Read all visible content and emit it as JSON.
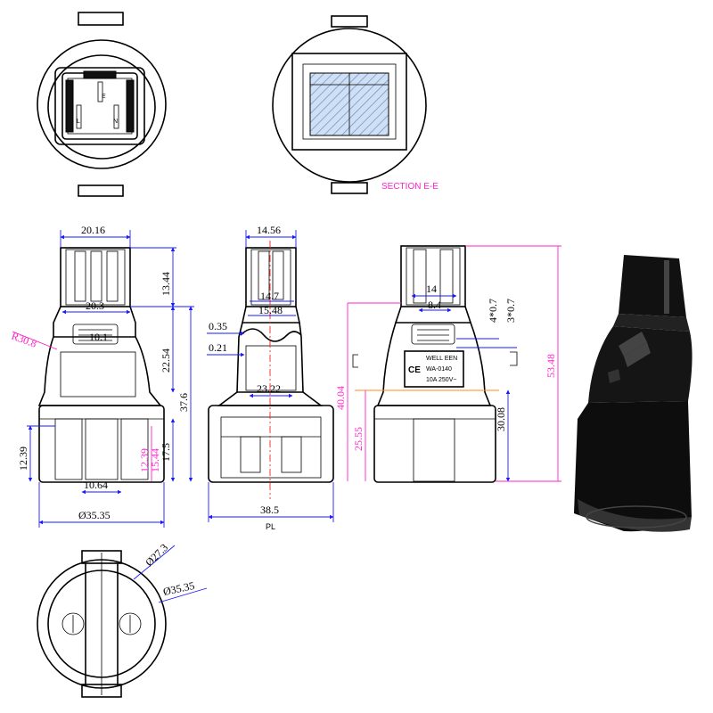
{
  "section_label": "SECTION E-E",
  "section_letter": "E",
  "front_view": {
    "pins": [
      "L",
      "E",
      "N"
    ]
  },
  "side_view_1": {
    "dims": [
      "20.16",
      "13.44",
      "20.3",
      "10.1",
      "22.54",
      "37.6",
      "12.39",
      "12.39",
      "15.44",
      "17.5",
      "10.64",
      "Ø35.35"
    ],
    "radius": "R30.8"
  },
  "side_view_2": {
    "dims": [
      "14.56",
      "14.7",
      "15.48",
      "0.35",
      "0.21",
      "23.22",
      "38.5"
    ],
    "centerline": "PL"
  },
  "side_view_3": {
    "dims": [
      "14",
      "8.4",
      "4*0.7",
      "3*0.7",
      "40.04",
      "25.55",
      "30.08",
      "53.48"
    ],
    "label_lines": [
      "WELL EEN",
      "WA-0140",
      "10A 250V~"
    ],
    "mark": "CE"
  },
  "bottom_view": {
    "dims": [
      "Ø27.3",
      "Ø35.35"
    ]
  },
  "colors": {
    "dimension": "#1a1aff",
    "highlight": "#ff22cc",
    "centerline": "#ff2020",
    "accent": "#ff8c1a",
    "hatch": "#6a8cc8"
  }
}
